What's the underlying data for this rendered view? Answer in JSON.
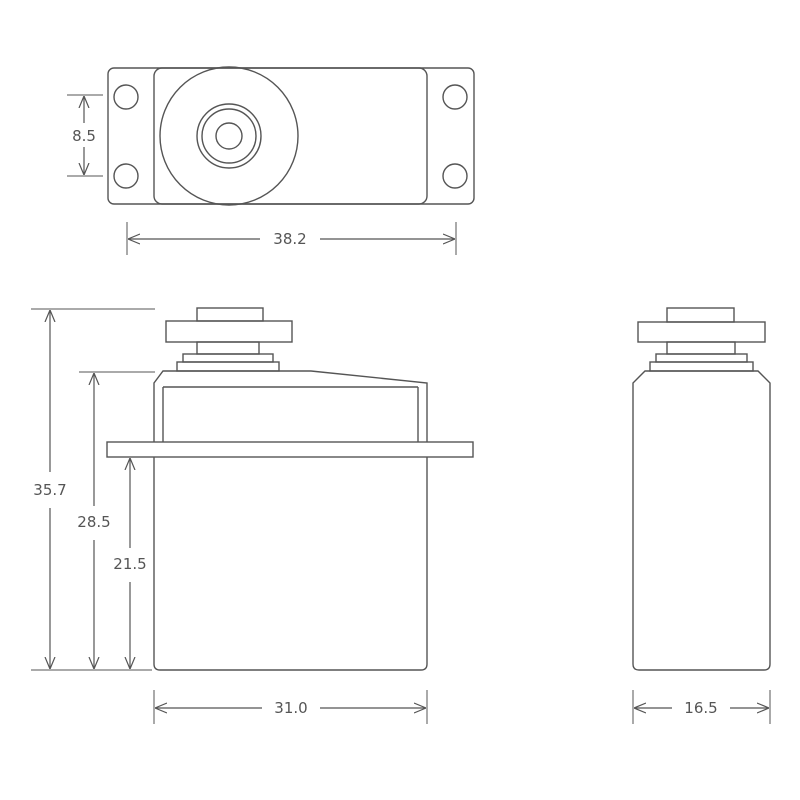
{
  "diagram": {
    "line_color": "#555555",
    "background": "#ffffff",
    "dimensions": {
      "top_height": "8.5",
      "top_width": "38.2",
      "total_height": "35.7",
      "body_height_to_shoulder": "28.5",
      "body_height_to_flange": "21.5",
      "front_width": "31.0",
      "side_width": "16.5"
    }
  }
}
